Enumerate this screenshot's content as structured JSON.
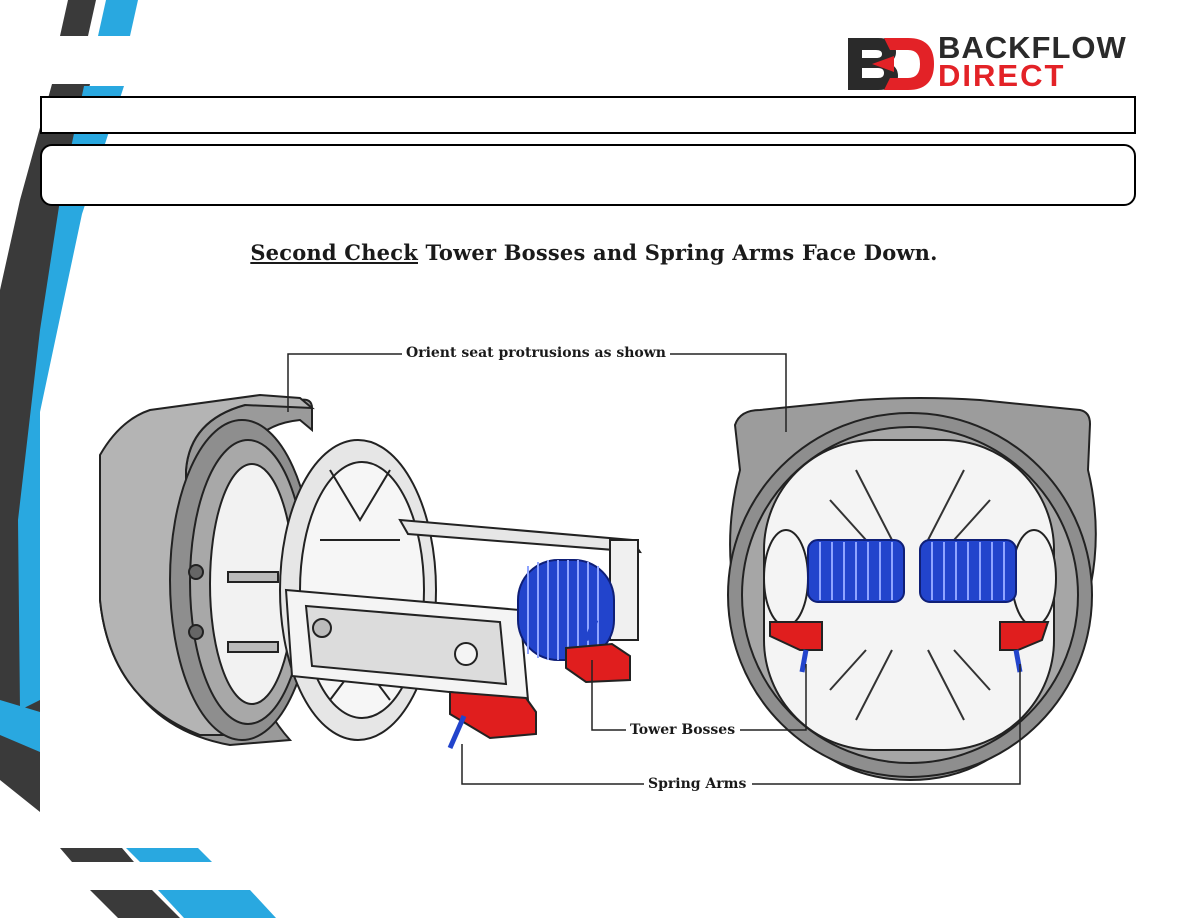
{
  "logo": {
    "line1": "BACKFLOW",
    "line2": "DIRECT",
    "monogram": "BD",
    "colors": {
      "dark": "#2a2a2a",
      "brand_red": "#e32227"
    }
  },
  "heading": {
    "underlined": "Second Check",
    "rest": " Tower Bosses and Spring Arms Face Down."
  },
  "callouts": {
    "orient": "Orient seat protrusions as shown",
    "tower_bosses": "Tower Bosses",
    "spring_arms": "Spring Arms"
  },
  "theme": {
    "accent_blue": "#29a8e0",
    "dark_gray": "#3a3a3a",
    "spring_blue": "#2244cc",
    "boss_red": "#e01e1e",
    "part_gray": "#9a9a9a"
  }
}
